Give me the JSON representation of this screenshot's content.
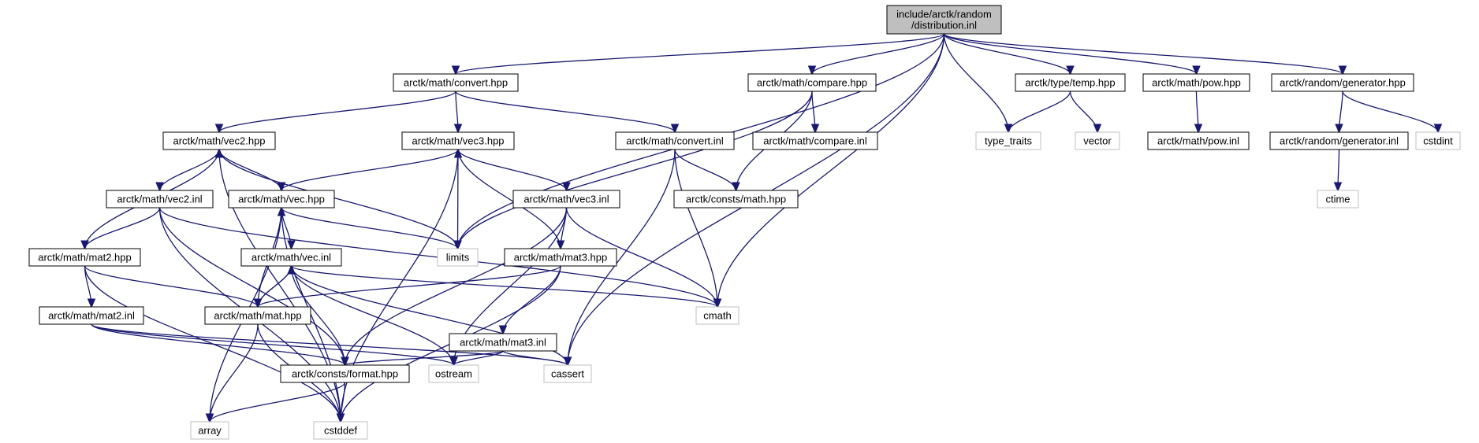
{
  "colors": {
    "edge": "#191970",
    "root_fill": "#bfbfbf",
    "system_border": "#bfbfbf",
    "node_border": "#000000"
  },
  "nodes": [
    {
      "id": "root",
      "label": "include/arctk/random\n/distribution.inl",
      "kind": "root"
    },
    {
      "id": "convert_hpp",
      "label": "arctk/math/convert.hpp",
      "kind": "header"
    },
    {
      "id": "compare_hpp",
      "label": "arctk/math/compare.hpp",
      "kind": "header"
    },
    {
      "id": "temp_hpp",
      "label": "arctk/type/temp.hpp",
      "kind": "header"
    },
    {
      "id": "pow_hpp",
      "label": "arctk/math/pow.hpp",
      "kind": "header"
    },
    {
      "id": "generator_hpp",
      "label": "arctk/random/generator.hpp",
      "kind": "header"
    },
    {
      "id": "vec2_hpp",
      "label": "arctk/math/vec2.hpp",
      "kind": "header"
    },
    {
      "id": "vec3_hpp",
      "label": "arctk/math/vec3.hpp",
      "kind": "header"
    },
    {
      "id": "convert_inl",
      "label": "arctk/math/convert.inl",
      "kind": "header"
    },
    {
      "id": "compare_inl",
      "label": "arctk/math/compare.inl",
      "kind": "header"
    },
    {
      "id": "type_traits",
      "label": "type_traits",
      "kind": "system"
    },
    {
      "id": "vector",
      "label": "vector",
      "kind": "system"
    },
    {
      "id": "pow_inl",
      "label": "arctk/math/pow.inl",
      "kind": "header"
    },
    {
      "id": "generator_inl",
      "label": "arctk/random/generator.inl",
      "kind": "header"
    },
    {
      "id": "cstdint",
      "label": "cstdint",
      "kind": "system"
    },
    {
      "id": "vec2_inl",
      "label": "arctk/math/vec2.inl",
      "kind": "header"
    },
    {
      "id": "vec_hpp",
      "label": "arctk/math/vec.hpp",
      "kind": "header"
    },
    {
      "id": "vec3_inl",
      "label": "arctk/math/vec3.inl",
      "kind": "header"
    },
    {
      "id": "consts_math",
      "label": "arctk/consts/math.hpp",
      "kind": "header"
    },
    {
      "id": "ctime",
      "label": "ctime",
      "kind": "system"
    },
    {
      "id": "mat2_hpp",
      "label": "arctk/math/mat2.hpp",
      "kind": "header"
    },
    {
      "id": "vec_inl",
      "label": "arctk/math/vec.inl",
      "kind": "header"
    },
    {
      "id": "limits",
      "label": "limits",
      "kind": "system"
    },
    {
      "id": "mat3_hpp",
      "label": "arctk/math/mat3.hpp",
      "kind": "header"
    },
    {
      "id": "mat2_inl",
      "label": "arctk/math/mat2.inl",
      "kind": "header"
    },
    {
      "id": "mat_hpp",
      "label": "arctk/math/mat.hpp",
      "kind": "header"
    },
    {
      "id": "cmath",
      "label": "cmath",
      "kind": "system"
    },
    {
      "id": "mat3_inl",
      "label": "arctk/math/mat3.inl",
      "kind": "header"
    },
    {
      "id": "format_hpp",
      "label": "arctk/consts/format.hpp",
      "kind": "header"
    },
    {
      "id": "ostream",
      "label": "ostream",
      "kind": "system"
    },
    {
      "id": "cassert",
      "label": "cassert",
      "kind": "system"
    },
    {
      "id": "array",
      "label": "array",
      "kind": "system"
    },
    {
      "id": "cstddef",
      "label": "cstddef",
      "kind": "system"
    }
  ],
  "edges": [
    {
      "from": "root",
      "to": "convert_hpp"
    },
    {
      "from": "root",
      "to": "compare_hpp"
    },
    {
      "from": "root",
      "to": "temp_hpp"
    },
    {
      "from": "root",
      "to": "pow_hpp"
    },
    {
      "from": "root",
      "to": "generator_hpp"
    },
    {
      "from": "root",
      "to": "type_traits"
    },
    {
      "from": "root",
      "to": "limits"
    },
    {
      "from": "root",
      "to": "cmath"
    },
    {
      "from": "root",
      "to": "cassert"
    },
    {
      "from": "convert_hpp",
      "to": "vec2_hpp"
    },
    {
      "from": "convert_hpp",
      "to": "vec3_hpp"
    },
    {
      "from": "convert_hpp",
      "to": "convert_inl"
    },
    {
      "from": "compare_hpp",
      "to": "compare_inl"
    },
    {
      "from": "compare_hpp",
      "to": "consts_math"
    },
    {
      "from": "compare_hpp",
      "to": "limits"
    },
    {
      "from": "temp_hpp",
      "to": "type_traits"
    },
    {
      "from": "temp_hpp",
      "to": "vector"
    },
    {
      "from": "pow_hpp",
      "to": "pow_inl"
    },
    {
      "from": "generator_hpp",
      "to": "generator_inl"
    },
    {
      "from": "generator_hpp",
      "to": "cstdint"
    },
    {
      "from": "generator_inl",
      "to": "ctime"
    },
    {
      "from": "convert_inl",
      "to": "consts_math"
    },
    {
      "from": "convert_inl",
      "to": "cmath"
    },
    {
      "from": "convert_inl",
      "to": "cassert"
    },
    {
      "from": "vec2_hpp",
      "to": "vec2_inl"
    },
    {
      "from": "vec2_hpp",
      "to": "vec_hpp"
    },
    {
      "from": "vec2_hpp",
      "to": "limits"
    },
    {
      "from": "vec2_hpp",
      "to": "cstddef"
    },
    {
      "from": "vec3_hpp",
      "to": "vec_hpp"
    },
    {
      "from": "vec3_hpp",
      "to": "vec3_inl"
    },
    {
      "from": "vec3_hpp",
      "to": "limits"
    },
    {
      "from": "vec3_hpp",
      "to": "cstddef"
    },
    {
      "from": "vec2_inl",
      "to": "mat2_hpp"
    },
    {
      "from": "vec2_inl",
      "to": "cmath"
    },
    {
      "from": "vec2_inl",
      "to": "format_hpp"
    },
    {
      "from": "vec2_inl",
      "to": "cstddef"
    },
    {
      "from": "vec_hpp",
      "to": "vec_inl"
    },
    {
      "from": "vec_hpp",
      "to": "limits"
    },
    {
      "from": "vec_hpp",
      "to": "array"
    },
    {
      "from": "vec_hpp",
      "to": "cstddef"
    },
    {
      "from": "vec3_inl",
      "to": "mat3_hpp"
    },
    {
      "from": "vec3_inl",
      "to": "cmath"
    },
    {
      "from": "vec3_inl",
      "to": "format_hpp"
    },
    {
      "from": "vec3_inl",
      "to": "ostream"
    },
    {
      "from": "mat2_hpp",
      "to": "vec2_hpp"
    },
    {
      "from": "mat2_hpp",
      "to": "mat2_inl"
    },
    {
      "from": "mat2_hpp",
      "to": "mat_hpp"
    },
    {
      "from": "mat2_hpp",
      "to": "cstddef"
    },
    {
      "from": "vec_inl",
      "to": "mat_hpp"
    },
    {
      "from": "vec_inl",
      "to": "cmath"
    },
    {
      "from": "vec_inl",
      "to": "format_hpp"
    },
    {
      "from": "vec_inl",
      "to": "ostream"
    },
    {
      "from": "vec_inl",
      "to": "cassert"
    },
    {
      "from": "mat3_hpp",
      "to": "vec3_hpp"
    },
    {
      "from": "mat3_hpp",
      "to": "mat3_inl"
    },
    {
      "from": "mat3_hpp",
      "to": "mat_hpp"
    },
    {
      "from": "mat3_hpp",
      "to": "cstddef"
    },
    {
      "from": "mat_hpp",
      "to": "vec_hpp"
    },
    {
      "from": "mat_hpp",
      "to": "vec_inl"
    },
    {
      "from": "mat_hpp",
      "to": "array"
    },
    {
      "from": "mat_hpp",
      "to": "cstddef"
    },
    {
      "from": "mat2_inl",
      "to": "format_hpp"
    },
    {
      "from": "mat2_inl",
      "to": "ostream"
    },
    {
      "from": "mat2_inl",
      "to": "cassert"
    },
    {
      "from": "mat3_inl",
      "to": "format_hpp"
    },
    {
      "from": "mat3_inl",
      "to": "ostream"
    },
    {
      "from": "mat3_inl",
      "to": "cassert"
    },
    {
      "from": "format_hpp",
      "to": "array"
    },
    {
      "from": "format_hpp",
      "to": "cstddef"
    }
  ]
}
